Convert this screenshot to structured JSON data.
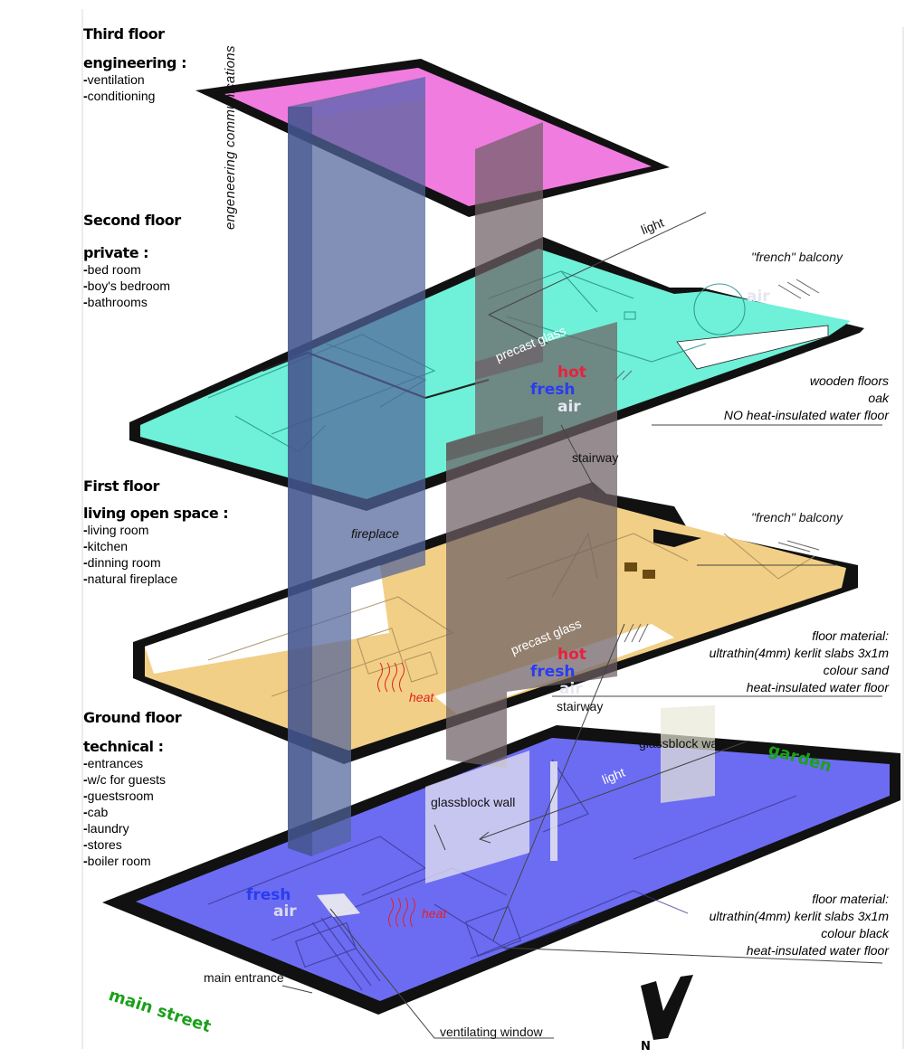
{
  "floors": {
    "third": {
      "title": "Third floor",
      "subtitle": "engineering :",
      "items": [
        "ventilation",
        "conditioning"
      ]
    },
    "second": {
      "title": "Second floor",
      "subtitle": "private :",
      "items": [
        "bed room",
        "boy's bedroom",
        "bathrooms"
      ]
    },
    "first": {
      "title": "First floor",
      "subtitle": "living open space :",
      "items": [
        "living room",
        "kitchen",
        "dinning room",
        "natural fireplace"
      ]
    },
    "ground": {
      "title": "Ground floor",
      "subtitle": "technical :",
      "items": [
        "entrances",
        "w/c for guests",
        "guestsroom",
        "cab",
        "laundry",
        "stores",
        "boiler room"
      ]
    }
  },
  "notes": {
    "second_floor": [
      "wooden floors",
      "oak",
      "NO heat-insulated water floor"
    ],
    "first_floor": [
      "floor material:",
      "ultrathin(4mm) kerlit slabs 3x1m",
      "colour sand",
      "heat-insulated water floor"
    ],
    "ground_floor": [
      "floor material:",
      "ultrathin(4mm) kerlit slabs 3x1m",
      "colour black",
      "heat-insulated water floor"
    ]
  },
  "annotations": {
    "engineering_communications": "engeneering communications",
    "light": "light",
    "french_balcony": "\"french\" balcony",
    "precast_glass": "precast glass",
    "stairway": "stairway",
    "fireplace": "fireplace",
    "glassblock_wall": "glassblock wall",
    "garden": "garden",
    "main_street": "main street",
    "main_entrance": "main entrance",
    "ventilating_window": "ventilating window",
    "heat": "heat",
    "hot": "hot",
    "fresh": "fresh",
    "air": "air",
    "north": "N"
  },
  "colors": {
    "third_floor": "#f07ce0",
    "second_floor": "#6ff0d8",
    "first_floor": "#f2cf86",
    "ground_floor": "#6c6cf2",
    "shaft": "#6a7cc0",
    "glass": "#7a6a70",
    "hot": "#e8213c",
    "fresh": "#2a3cf0",
    "green_label": "#1aa01a"
  }
}
